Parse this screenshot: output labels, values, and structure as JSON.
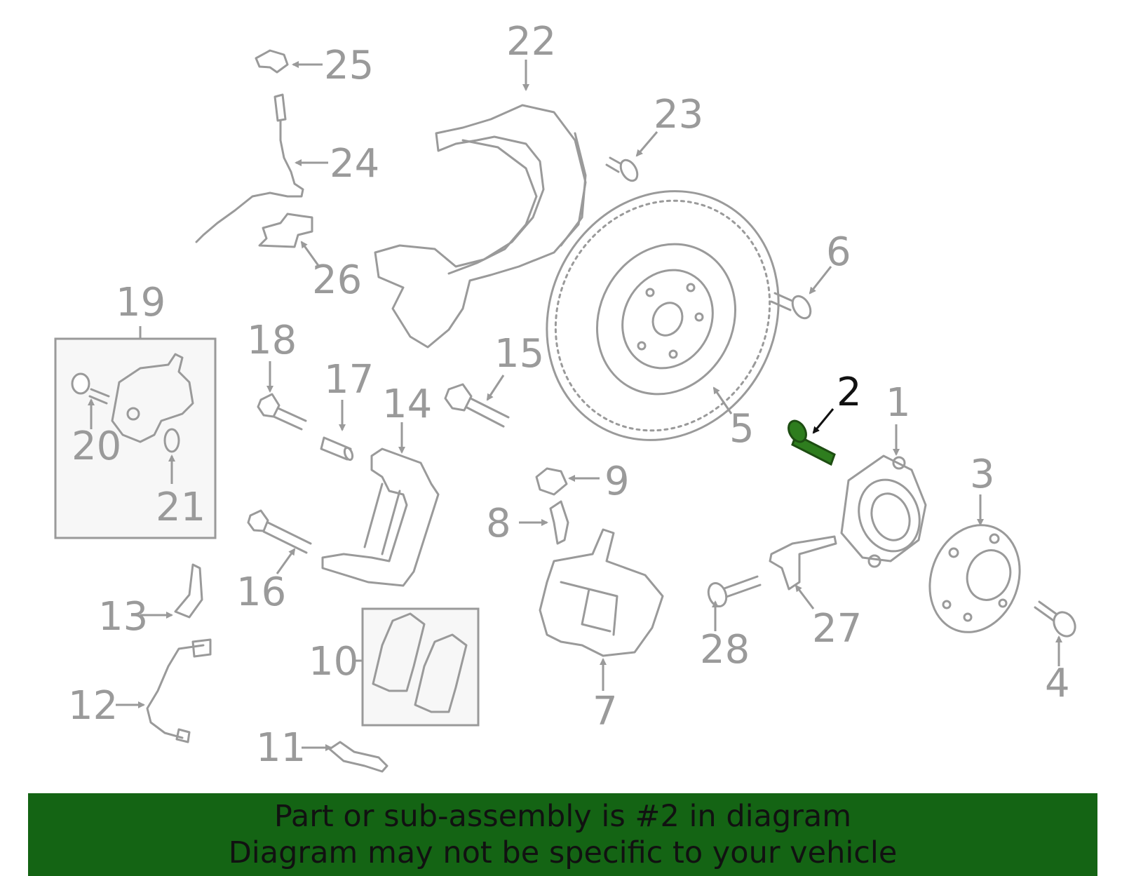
{
  "labels": [
    "1",
    "2",
    "3",
    "4",
    "5",
    "6",
    "7",
    "8",
    "9",
    "10",
    "11",
    "12",
    "13",
    "14",
    "15",
    "16",
    "17",
    "18",
    "19",
    "20",
    "21",
    "22",
    "23",
    "24",
    "25",
    "26",
    "27",
    "28"
  ],
  "highlighted_part": "2",
  "colors": {
    "highlight": "#2e7d1e",
    "banner": "#146414",
    "line": "#9a9a9a",
    "highlight_label": "#111111"
  },
  "banner": {
    "line1": "Part or sub-assembly is #2 in diagram",
    "line2": "Diagram may not be specific to your vehicle"
  }
}
